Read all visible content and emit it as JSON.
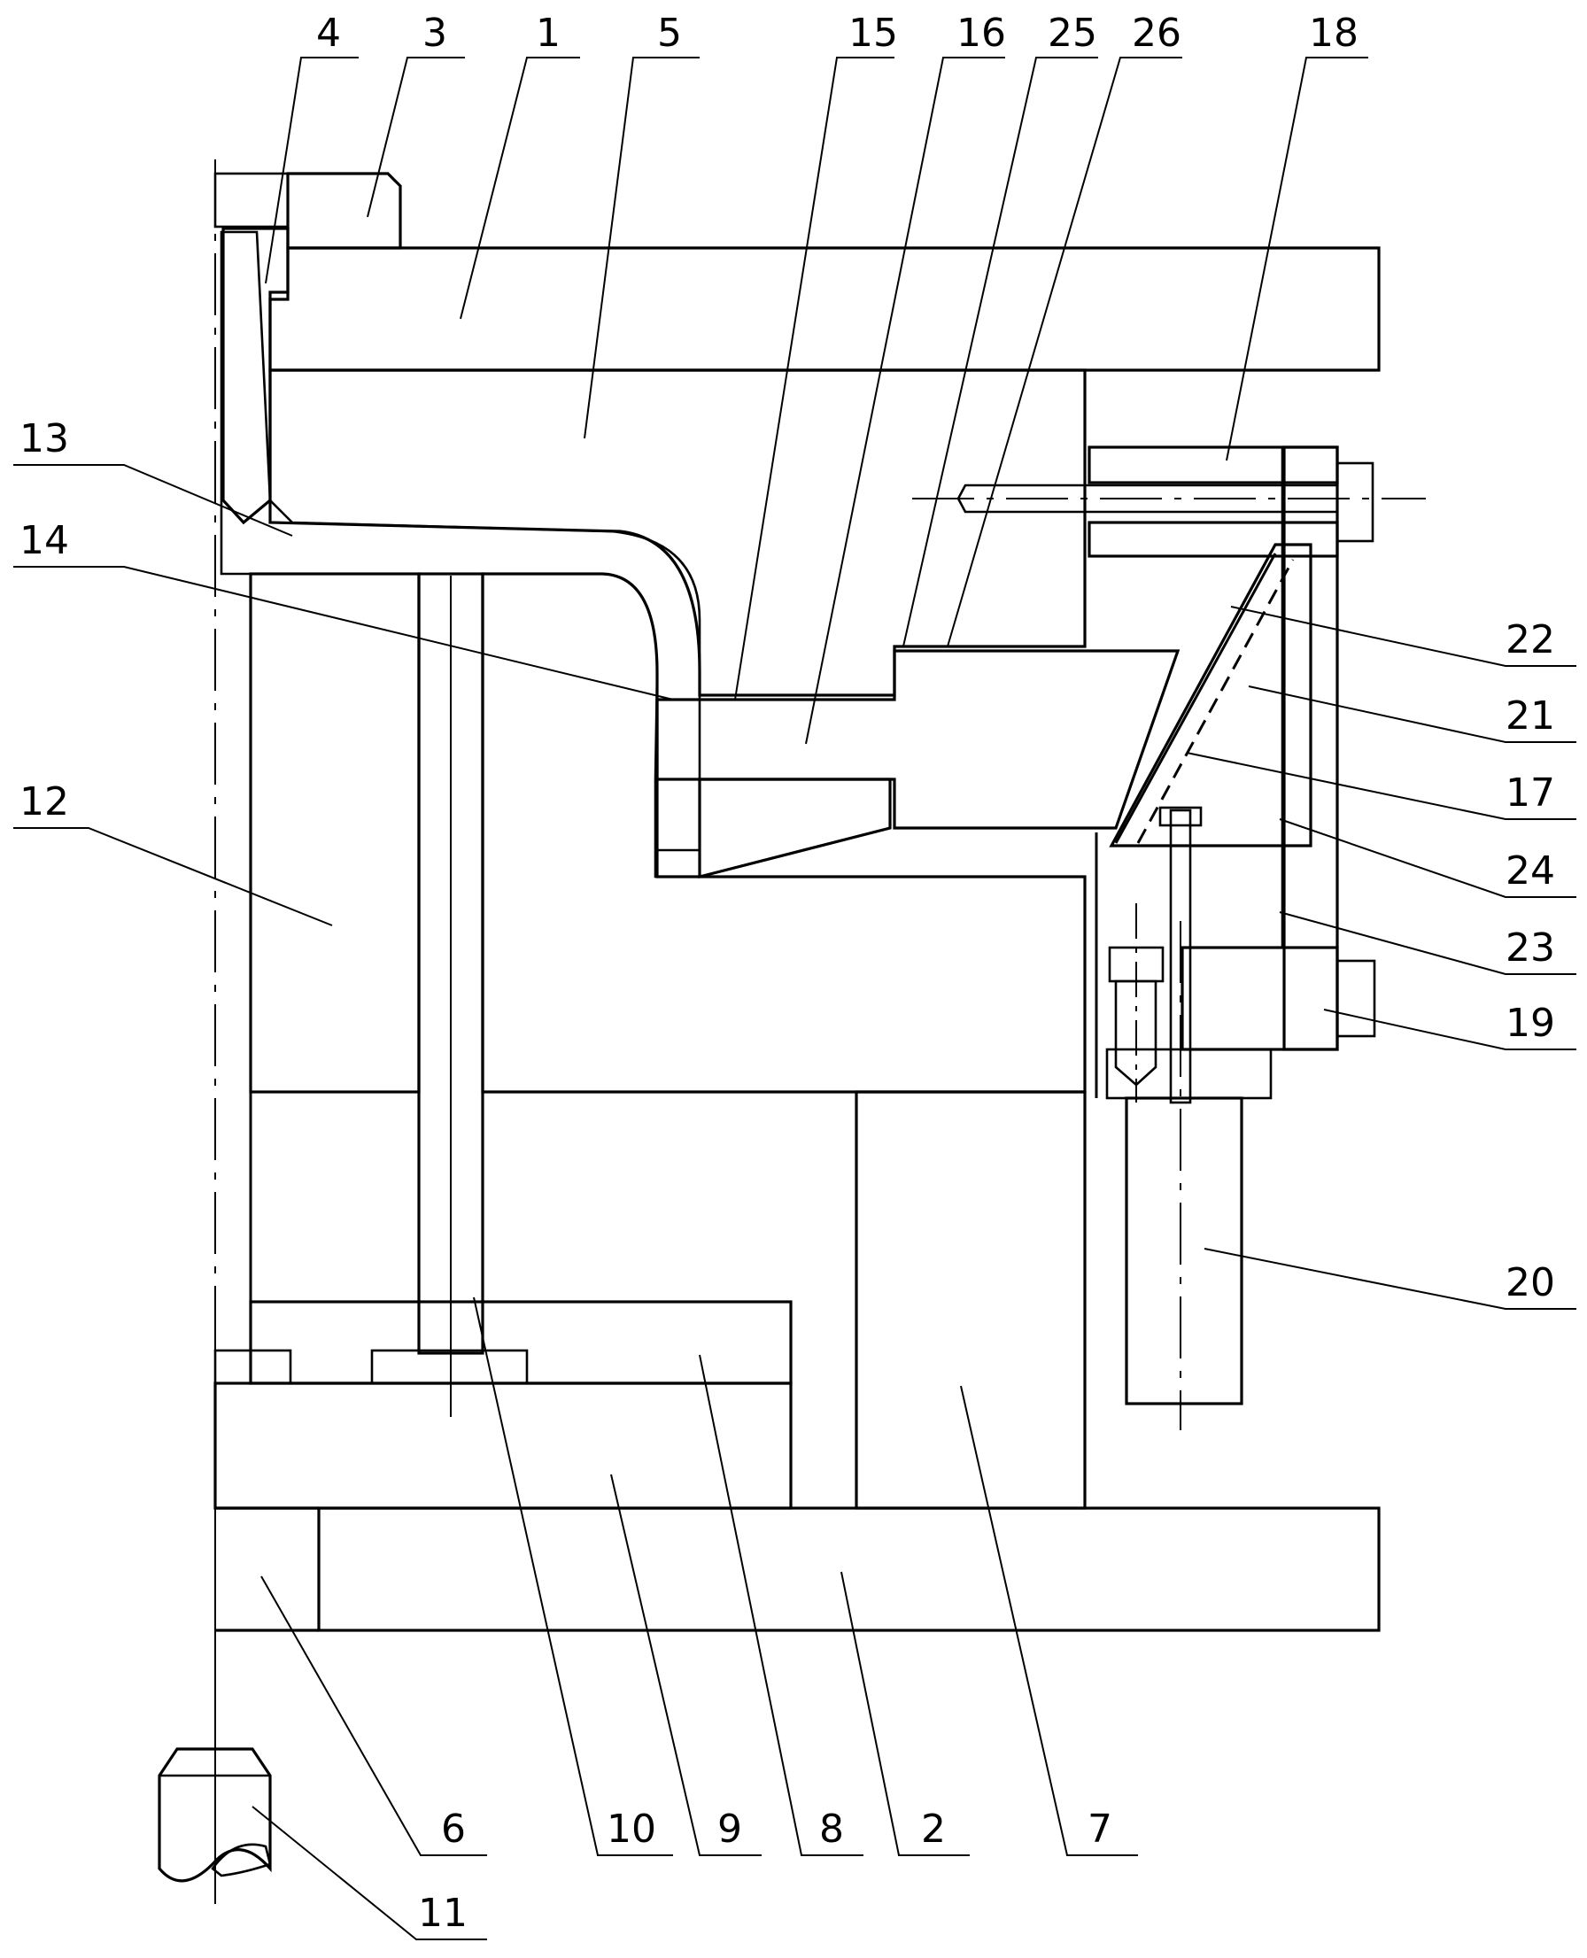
{
  "diagram": {
    "background": "#ffffff",
    "line_color": "#000000",
    "labels": [
      {
        "id": "p4",
        "text": "4"
      },
      {
        "id": "p3",
        "text": "3"
      },
      {
        "id": "p1",
        "text": "1"
      },
      {
        "id": "p5",
        "text": "5"
      },
      {
        "id": "p15",
        "text": "15"
      },
      {
        "id": "p16",
        "text": "16"
      },
      {
        "id": "p25",
        "text": "25"
      },
      {
        "id": "p26",
        "text": "26"
      },
      {
        "id": "p18",
        "text": "18"
      },
      {
        "id": "p13",
        "text": "13"
      },
      {
        "id": "p14",
        "text": "14"
      },
      {
        "id": "p12",
        "text": "12"
      },
      {
        "id": "p22",
        "text": "22"
      },
      {
        "id": "p21",
        "text": "21"
      },
      {
        "id": "p17",
        "text": "17"
      },
      {
        "id": "p24",
        "text": "24"
      },
      {
        "id": "p23",
        "text": "23"
      },
      {
        "id": "p19",
        "text": "19"
      },
      {
        "id": "p20",
        "text": "20"
      },
      {
        "id": "p6",
        "text": "6"
      },
      {
        "id": "p10",
        "text": "10"
      },
      {
        "id": "p9",
        "text": "9"
      },
      {
        "id": "p8",
        "text": "8"
      },
      {
        "id": "p2",
        "text": "2"
      },
      {
        "id": "p7",
        "text": "7"
      },
      {
        "id": "p11",
        "text": "11"
      }
    ]
  }
}
